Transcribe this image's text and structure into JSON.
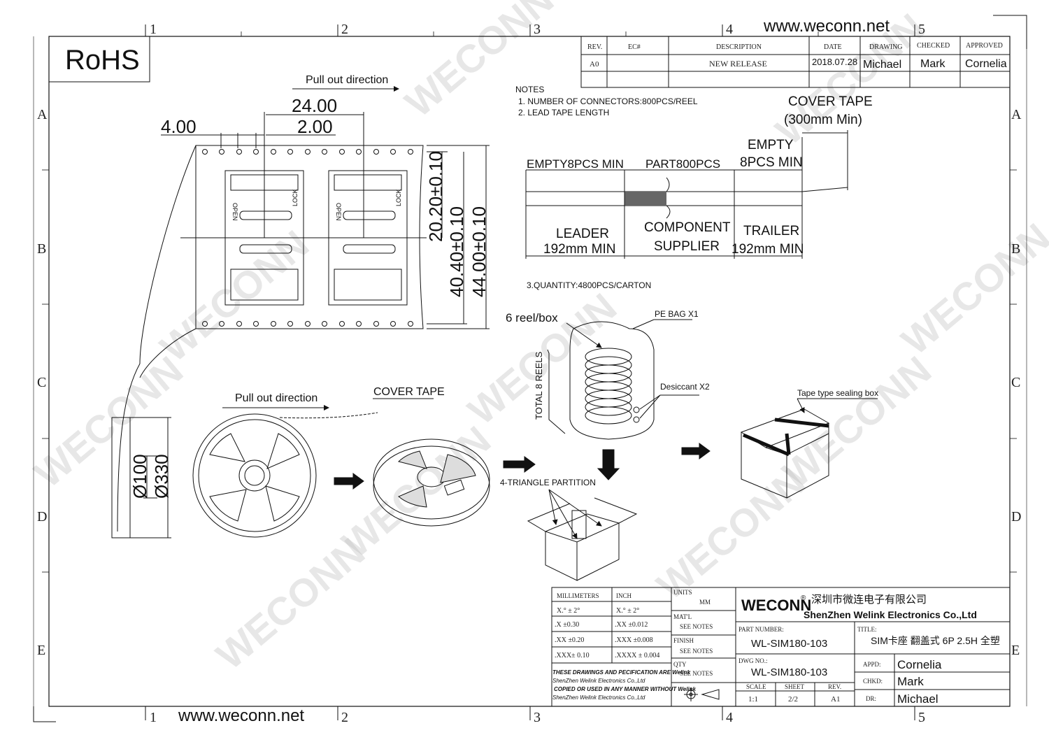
{
  "watermark": "WECONN",
  "site_url_top": "www.weconn.net",
  "site_url_bottom": "www.weconn.net",
  "rohs": "RoHS",
  "zone_cols": [
    "1",
    "2",
    "3",
    "4",
    "5"
  ],
  "zone_rows": [
    "A",
    "B",
    "C",
    "D",
    "E"
  ],
  "revision_table": {
    "headers": [
      "REV.",
      "EC#",
      "DESCRIPTION",
      "DATE",
      "DRAWING",
      "CHECKED",
      "APPROVED"
    ],
    "row": [
      "A0",
      "",
      "NEW RELEASE",
      "2018.07.28",
      "Michael",
      "Mark",
      "Cornelia"
    ]
  },
  "notes": {
    "title": "NOTES",
    "items": [
      "1. NUMBER OF CONNECTORS:800PCS/REEL",
      "2. LEAD TAPE LENGTH",
      "3.QUANTITY:4800PCS/CARTON"
    ]
  },
  "tape_layout": {
    "cover_tape": "COVER TAPE",
    "cover_tape_len": "(300mm Min)",
    "empty_top": "EMPTY",
    "empty_top2": "8PCS MIN",
    "empty8": "EMPTY8PCS MIN",
    "part800": "PART800PCS",
    "leader": "LEADER",
    "leader_len": "192mm MIN",
    "component": "COMPONENT",
    "supplier": "SUPPLIER",
    "trailer": "TRAILER",
    "trailer_len": "192mm MIN"
  },
  "tape_drawing": {
    "pull_out": "Pull out direction",
    "dim_24": "24.00",
    "dim_4": "4.00",
    "dim_2": "2.00",
    "dim_2020": "20.20±0.10",
    "dim_4040": "40.40±0.10",
    "dim_4400": "44.00±0.10",
    "open": "OPEN",
    "lock": "LOCK"
  },
  "reel": {
    "pull_out": "Pull out direction",
    "cover_tape": "COVER TAPE",
    "d100": "Ø100",
    "d330": "Ø330"
  },
  "packing": {
    "reel_box": "6 reel/box",
    "pe_bag": "PE BAG X1",
    "total_reels": "TOTAL 8 REELS",
    "desiccant": "Desiccant X2",
    "partition": "4-TRIANGLE PARTITION",
    "sealing_box": "Tape type sealing box"
  },
  "tolerance": {
    "headers": [
      "MILLIMETERS",
      "INCH"
    ],
    "rows": [
      [
        "X.° ± 2°",
        "X.° ± 2°"
      ],
      [
        ".X ±0.30",
        ".XX ±0.012"
      ],
      [
        ".XX ±0.20",
        ".XXX ±0.008"
      ],
      [
        ".XXX± 0.10",
        ".XXXX ± 0.004"
      ]
    ],
    "disclaimer": [
      "THESE DRAWINGS AND PECIFICATION ARE Welink",
      "ShenZhen Welink Electronics Co.,Ltd",
      "COPIED OR USED IN ANY MANNER WITHOUT Welink",
      "ShenZhen Welink Electronics Co.,Ltd"
    ]
  },
  "props": {
    "units_label": "UNITS",
    "units_val": "MM",
    "matl_label": "MAT'L",
    "matl_val": "SEE NOTES",
    "finish_label": "FINISH",
    "finish_val": "SEE NOTES",
    "qty_label": "QTY",
    "qty_val": "SEE NOTES"
  },
  "title_block": {
    "brand": "WECONN",
    "reg": "®",
    "company_cn": "深圳市微连电子有限公司",
    "company_en": "ShenZhen Welink Electronics Co.,Ltd",
    "part_label": "PART NUMBER:",
    "part": "WL-SIM180-103",
    "title_label": "TITLE:",
    "title": "SIM卡座 翻盖式 6P 2.5H 全塑",
    "dwg_label": "DWG NO.:",
    "dwg": "WL-SIM180-103",
    "scale_label": "SCALE",
    "scale": "1:1",
    "sheet_label": "SHEET",
    "sheet": "2/2",
    "rev_label": "REV.",
    "rev": "A1",
    "appd_label": "APPD:",
    "appd": "Cornelia",
    "chkd_label": "CHKD:",
    "chkd": "Mark",
    "dr_label": "DR:",
    "dr": "Michael"
  }
}
